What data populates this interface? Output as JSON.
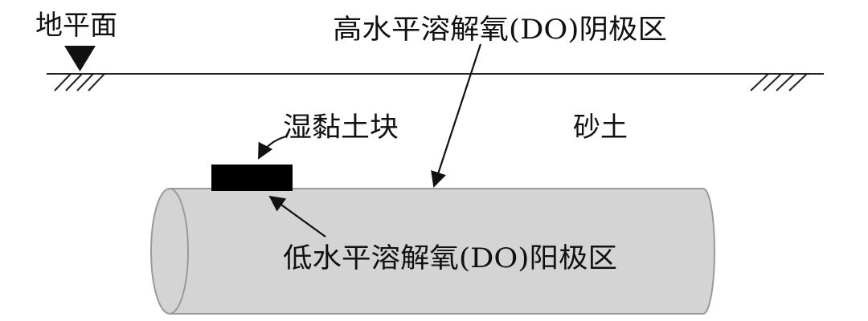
{
  "labels": {
    "ground_surface": "地平面",
    "high_do_cathode": "高水平溶解氧(DO)阴极区",
    "wet_clay_lump": "湿黏土块",
    "sandy_soil": "砂土",
    "low_do_anode": "低水平溶解氧(DO)阳极区"
  },
  "colors": {
    "pipe_fill": "#d4d4d4",
    "pipe_stroke": "#9a9a9a",
    "clay_lump": "#000000",
    "line": "#222222"
  },
  "icons": {
    "ground_marker": "inverted-triangle-icon",
    "ground_hatch": "hatch-marks"
  }
}
